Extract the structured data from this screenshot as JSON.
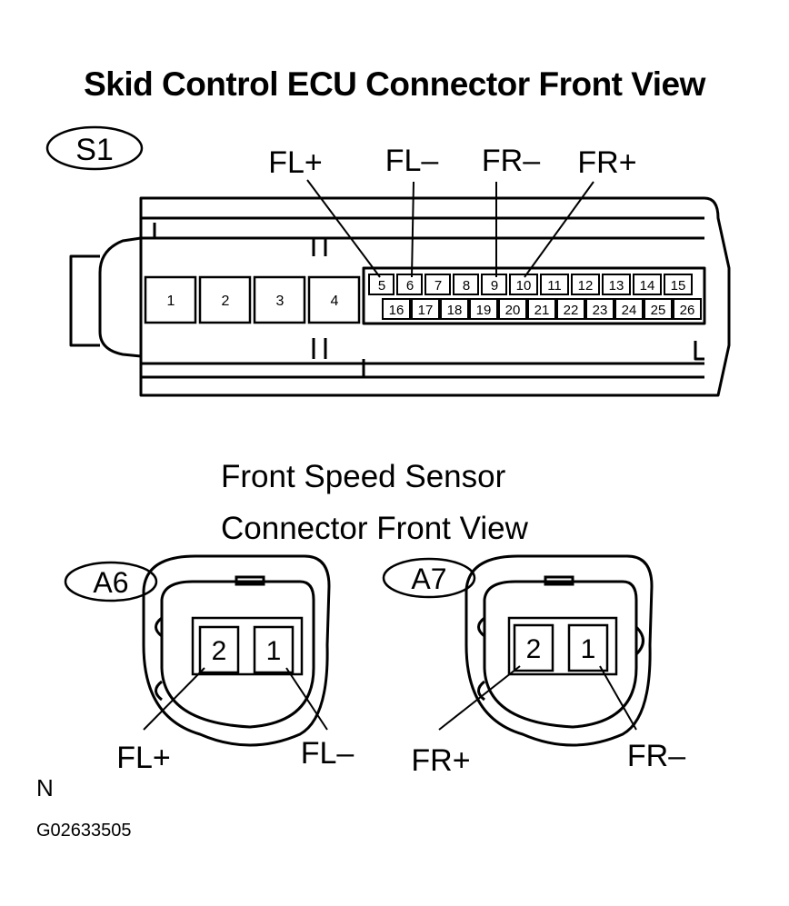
{
  "title": "Skid Control ECU Connector Front View",
  "ecu": {
    "code": "S1",
    "big_pins": [
      "1",
      "2",
      "3",
      "4"
    ],
    "top_pins": [
      "5",
      "6",
      "7",
      "8",
      "9",
      "10",
      "11",
      "12",
      "13",
      "14",
      "15"
    ],
    "bottom_pins": [
      "16",
      "17",
      "18",
      "19",
      "20",
      "21",
      "22",
      "23",
      "24",
      "25",
      "26"
    ],
    "callouts": [
      {
        "label": "FL+",
        "pin": "5"
      },
      {
        "label": "FL–",
        "pin": "6"
      },
      {
        "label": "FR–",
        "pin": "9"
      },
      {
        "label": "FR+",
        "pin": "10"
      }
    ]
  },
  "sensor_title": [
    "Front Speed Sensor",
    "Connector Front View"
  ],
  "sensors": [
    {
      "code": "A6",
      "pins": [
        "2",
        "1"
      ],
      "labels": {
        "pin2": "FL+",
        "pin1": "FL–"
      }
    },
    {
      "code": "A7",
      "pins": [
        "2",
        "1"
      ],
      "labels": {
        "pin2": "FR+",
        "pin1": "FR–"
      }
    }
  ],
  "note": "N",
  "figure_id": "G02633505"
}
